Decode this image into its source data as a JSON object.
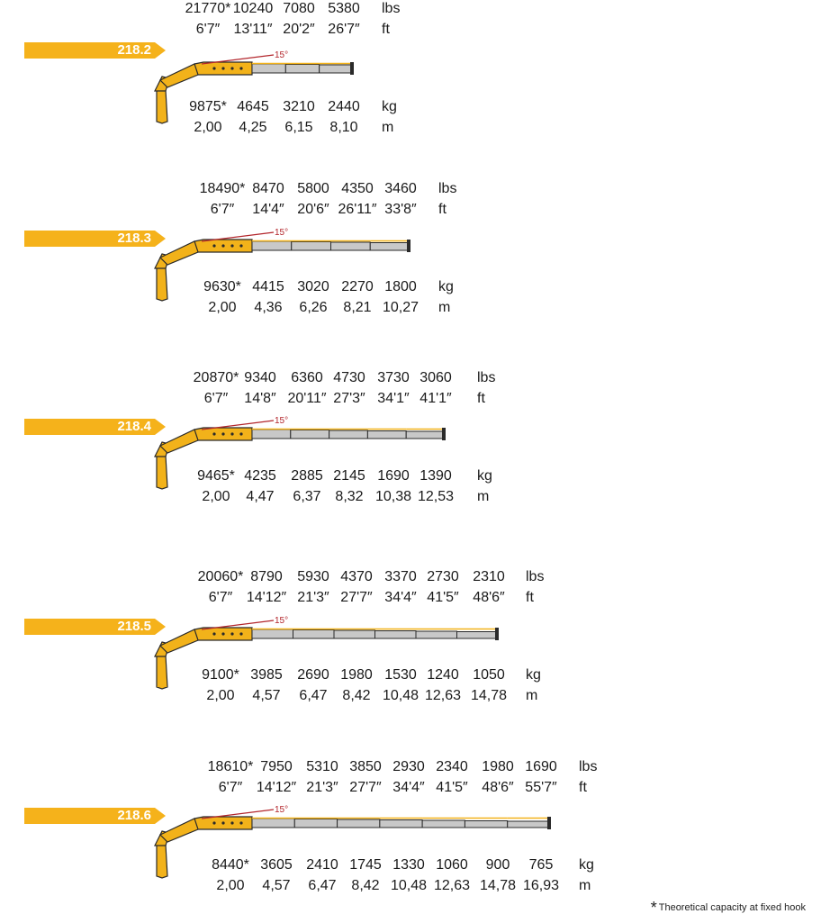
{
  "models": [
    {
      "name": "218.2",
      "lbs": [
        "21770*",
        "10240",
        "7080",
        "5380"
      ],
      "ft": [
        "6'7″",
        "13'11″",
        "20'2″",
        "26'7″"
      ],
      "kg": [
        "9875*",
        "4645",
        "3210",
        "2440"
      ],
      "m": [
        "2,00",
        "4,25",
        "6,15",
        "8,10"
      ]
    },
    {
      "name": "218.3",
      "lbs": [
        "18490*",
        "8470",
        "5800",
        "4350",
        "3460"
      ],
      "ft": [
        "6'7″",
        "14'4″",
        "20'6″",
        "26'11″",
        "33'8″"
      ],
      "kg": [
        "9630*",
        "4415",
        "3020",
        "2270",
        "1800"
      ],
      "m": [
        "2,00",
        "4,36",
        "6,26",
        "8,21",
        "10,27"
      ]
    },
    {
      "name": "218.4",
      "lbs": [
        "20870*",
        "9340",
        "6360",
        "4730",
        "3730",
        "3060"
      ],
      "ft": [
        "6'7″",
        "14'8″",
        "20'11″",
        "27'3″",
        "34'1″",
        "41'1″"
      ],
      "kg": [
        "9465*",
        "4235",
        "2885",
        "2145",
        "1690",
        "1390"
      ],
      "m": [
        "2,00",
        "4,47",
        "6,37",
        "8,32",
        "10,38",
        "12,53"
      ]
    },
    {
      "name": "218.5",
      "lbs": [
        "20060*",
        "8790",
        "5930",
        "4370",
        "3370",
        "2730",
        "2310"
      ],
      "ft": [
        "6'7″",
        "14'12″",
        "21'3″",
        "27'7″",
        "34'4″",
        "41'5″",
        "48'6″"
      ],
      "kg": [
        "9100*",
        "3985",
        "2690",
        "1980",
        "1530",
        "1240",
        "1050"
      ],
      "m": [
        "2,00",
        "4,57",
        "6,47",
        "8,42",
        "10,48",
        "12,63",
        "14,78"
      ]
    },
    {
      "name": "218.6",
      "lbs": [
        "18610*",
        "7950",
        "5310",
        "3850",
        "2930",
        "2340",
        "1980",
        "1690"
      ],
      "ft": [
        "6'7″",
        "14'12″",
        "21'3″",
        "27'7″",
        "34'4″",
        "41'5″",
        "48'6″",
        "55'7″"
      ],
      "kg": [
        "8440*",
        "3605",
        "2410",
        "1745",
        "1330",
        "1060",
        "900",
        "765"
      ],
      "m": [
        "2,00",
        "4,57",
        "6,47",
        "8,42",
        "10,48",
        "12,63",
        "14,78",
        "16,93"
      ]
    }
  ],
  "units": {
    "lbs": "lbs",
    "ft": "ft",
    "kg": "kg",
    "m": "m"
  },
  "angle_label": "15°",
  "footnote": {
    "star": "*",
    "text": "Theoretical capacity at fixed hook"
  },
  "colors": {
    "tag": "#f5b21b",
    "crane_body": "#f2b21a",
    "crane_outline": "#2a2a2a",
    "boom_grey": "#c8c8c8",
    "angle_line": "#b3262c"
  }
}
